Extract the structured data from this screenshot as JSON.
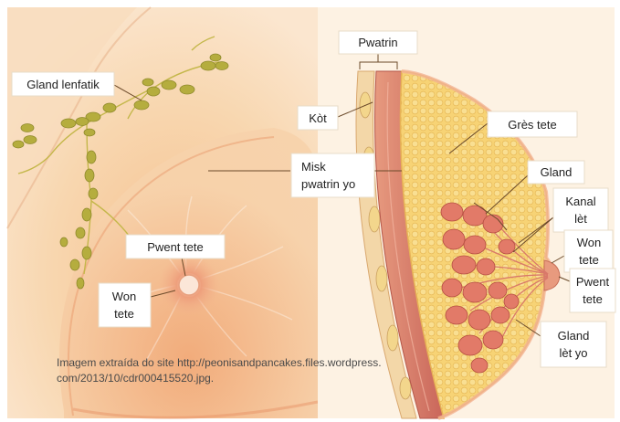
{
  "labels": {
    "gland_lenfatik": "Gland lenfatik",
    "misk_line1": "Misk",
    "misk_line2": "pwatrin yo",
    "pwent_tete_left": "Pwent tete",
    "won_tete_left_line1": "Won",
    "won_tete_left_line2": "tete",
    "pwatrin": "Pwatrin",
    "kot": "Kòt",
    "gres_tete": "Grès tete",
    "gland": "Gland",
    "kanal_line1": "Kanal",
    "kanal_line2": "lèt",
    "won_tete_right_line1": "Won",
    "won_tete_right_line2": "tete",
    "pwent_tete_right_line1": "Pwent",
    "pwent_tete_right_line2": "tete",
    "gland_let_line1": "Gland",
    "gland_let_line2": "lèt yo"
  },
  "credit": {
    "line1": "Imagem extraída do site http://peonisandpancakes.files.wordpress.",
    "line2": "com/2013/10/cdr000415520.jpg."
  },
  "colors": {
    "skin": "#f6d2a8",
    "skin_dark": "#eeae7a",
    "muscle": "#d9826a",
    "fat": "#f6cf6a",
    "gland": "#e07a6a",
    "lymph_node": "#b8b040"
  }
}
